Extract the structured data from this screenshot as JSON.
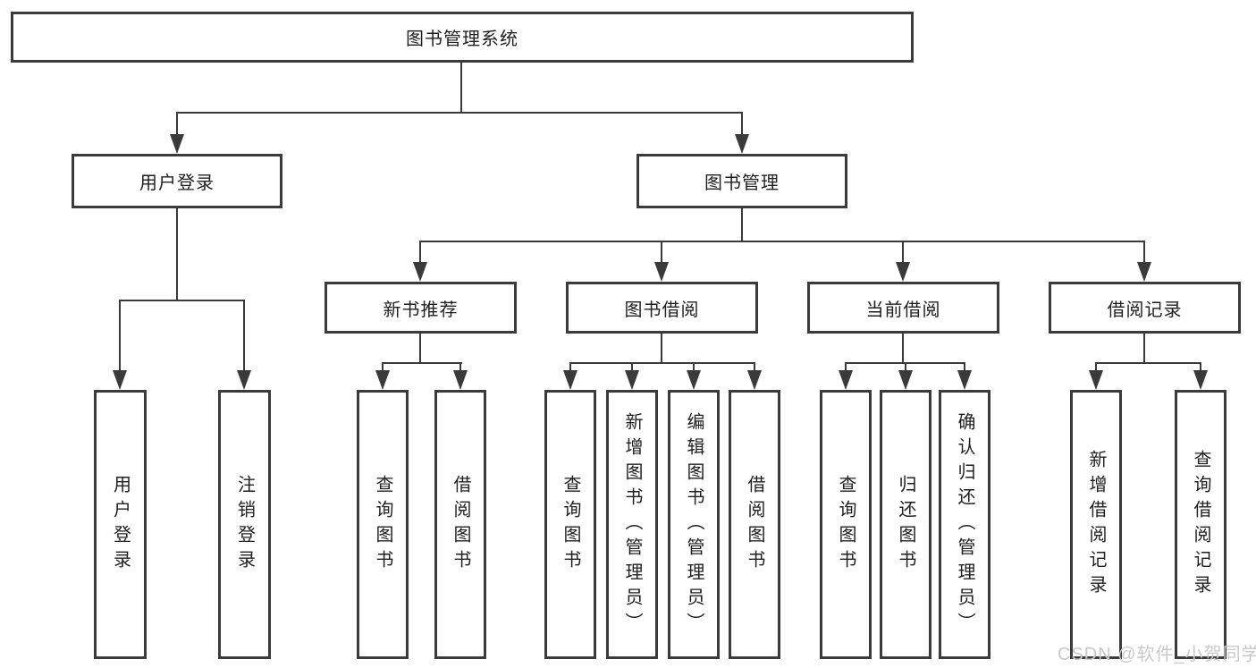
{
  "diagram": {
    "title_node": "图书管理系统",
    "root": {
      "label": "图书管理系统"
    },
    "branches": [
      {
        "id": "user-login",
        "label": "用户登录",
        "children": [
          {
            "label": "用户登录"
          },
          {
            "label": "注销登录"
          }
        ]
      },
      {
        "id": "book-management",
        "label": "图书管理",
        "groups": [
          {
            "id": "new-book-recommend",
            "label": "新书推荐",
            "children": [
              {
                "label": "查询图书"
              },
              {
                "label": "借阅图书"
              }
            ]
          },
          {
            "id": "book-borrow",
            "label": "图书借阅",
            "children": [
              {
                "label": "查询图书"
              },
              {
                "label": "新增图书（管理员）"
              },
              {
                "label": "编辑图书（管理员）"
              },
              {
                "label": "借阅图书"
              }
            ]
          },
          {
            "id": "current-borrow",
            "label": "当前借阅",
            "children": [
              {
                "label": "查询图书"
              },
              {
                "label": "归还图书"
              },
              {
                "label": "确认归还（管理员）"
              }
            ]
          },
          {
            "id": "borrow-records",
            "label": "借阅记录",
            "children": [
              {
                "label": "新增借阅记录"
              },
              {
                "label": "查询借阅记录"
              }
            ]
          }
        ]
      }
    ],
    "watermark": "CSDN @软件_小贺同学",
    "colors": {
      "line": "#3a3a3a",
      "border": "#3b3b3b",
      "text": "#1f1f1f",
      "watermark": "#c9c9c9",
      "background": "#ffffff"
    }
  }
}
